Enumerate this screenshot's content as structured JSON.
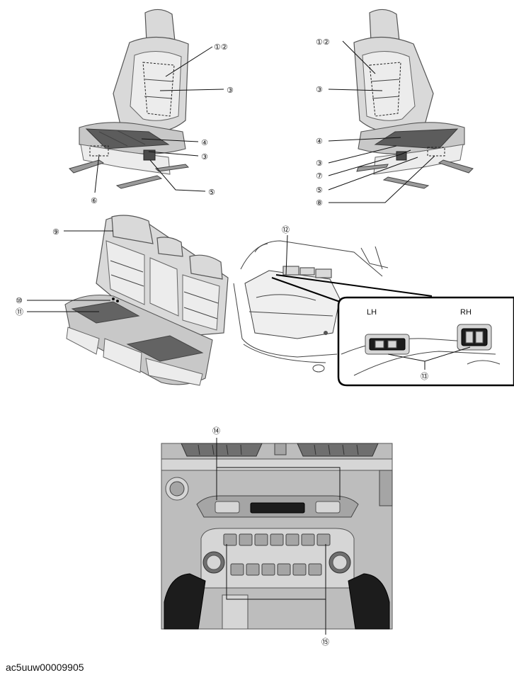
{
  "callouts": {
    "c1_2_left": "①②",
    "c3_left_back": "③",
    "c4_left": "④",
    "c3_left_cushion": "③",
    "c5_left": "⑤",
    "c6_left": "⑥",
    "c1_2_right": "①②",
    "c3_right_back": "③",
    "c4_right": "④",
    "c3_right_cushion": "③",
    "c7_right": "⑦",
    "c5_right": "⑤",
    "c8_right": "⑧",
    "c9": "⑨",
    "c10": "⑩",
    "c11": "⑪",
    "c12": "⑫",
    "c13": "⑬",
    "c14": "⑭",
    "c15": "⑮"
  },
  "inset": {
    "lh_label": "LH",
    "rh_label": "RH"
  },
  "figure_id": "ac5uuw00009905"
}
